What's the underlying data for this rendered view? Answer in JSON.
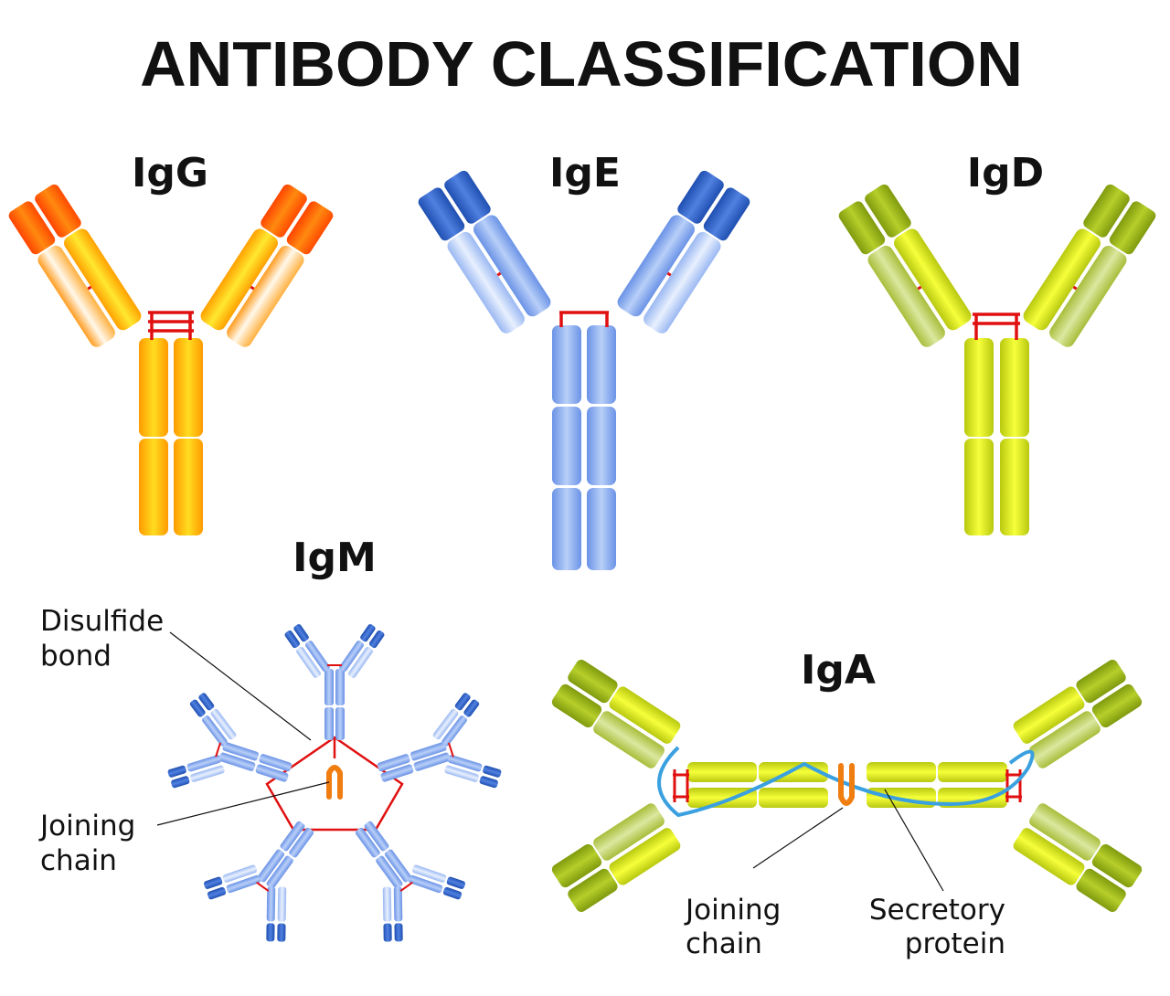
{
  "title": "ANTIBODY CLASSIFICATION",
  "antibodies": {
    "igg": {
      "label": "IgG"
    },
    "ige": {
      "label": "IgE"
    },
    "igd": {
      "label": "IgD"
    },
    "igm": {
      "label": "IgM"
    },
    "iga": {
      "label": "IgA"
    }
  },
  "annotations": {
    "igm_disulfide": [
      "Disulfide",
      "bond"
    ],
    "igm_joining": [
      "Joining",
      "chain"
    ],
    "iga_joining": [
      "Joining",
      "chain"
    ],
    "iga_secretory": [
      "Secretory",
      "protein"
    ]
  },
  "colors": {
    "igg_dark": "#ff5a00",
    "igg_mid": "#ffcc00",
    "igg_stem": "#ffb000",
    "igg_light": "#fff4d8",
    "ige_dark": "#2f5fc8",
    "ige_mid": "#7fa5f0",
    "ige_light": "#c9d9fa",
    "igd_dark": "#8aa712",
    "igd_mid": "#e6ef10",
    "igd_light": "#c5d876",
    "bond": "#e01010",
    "joining": "#f07d10",
    "secretory": "#3aa0e0"
  }
}
